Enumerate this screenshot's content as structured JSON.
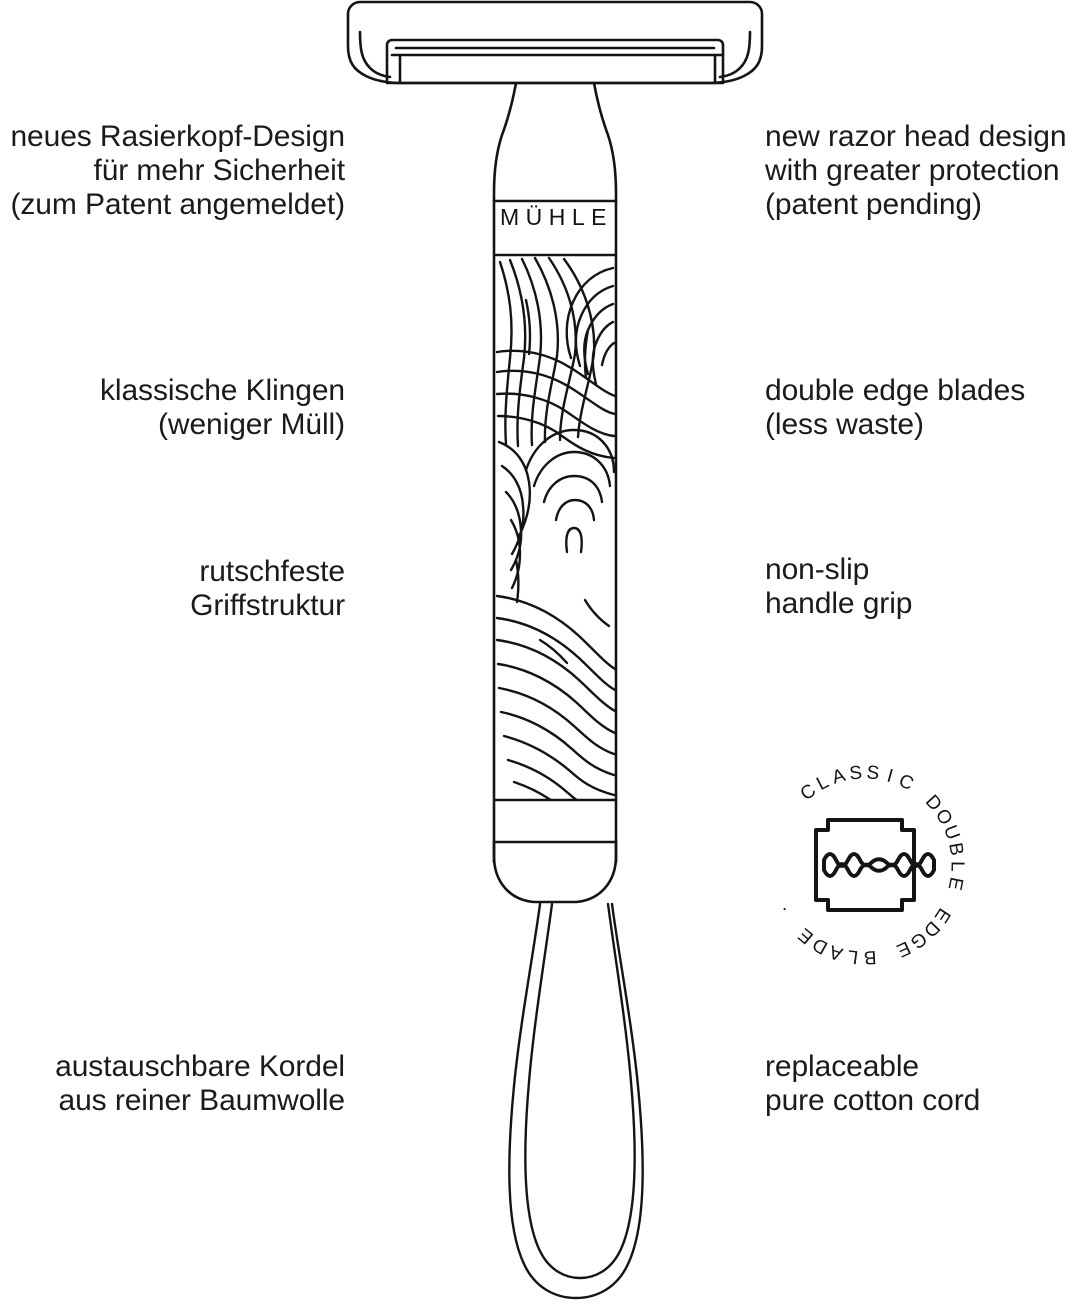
{
  "document": {
    "type": "product-feature-diagram",
    "product_brand": "MÜHLE",
    "product": "safety razor",
    "ink_color": "#1a1a1a",
    "background_color": "#ffffff"
  },
  "product_label": {
    "brand": "MÜHLE"
  },
  "annotations": {
    "head": {
      "de": "neues Rasierkopf-Design\nfür mehr Sicherheit\n(zum Patent angemeldet)",
      "en": "new razor head design\nwith greater protection\n(patent pending)"
    },
    "blades": {
      "de": "klassische Klingen\n(weniger Müll)",
      "en": "double edge blades\n(less waste)"
    },
    "grip": {
      "de": "rutschfeste\nGriffstruktur",
      "en": "non-slip\nhandle grip"
    },
    "cord": {
      "de": "austauschbare Kordel\naus reiner Baumwolle",
      "en": "replaceable\npure cotton cord"
    }
  },
  "badge": {
    "ring_text": "CLASSIC DOUBLE EDGE BLADE ·",
    "ring_letters": [
      "C",
      "L",
      "A",
      "S",
      "S",
      "I",
      "C",
      " ",
      "D",
      "O",
      "U",
      "B",
      "L",
      "E",
      " ",
      "E",
      "D",
      "G",
      "E",
      " ",
      "B",
      "L",
      "A",
      "D",
      "E",
      " ",
      "·"
    ],
    "center_icon": "razor-blade-icon"
  }
}
